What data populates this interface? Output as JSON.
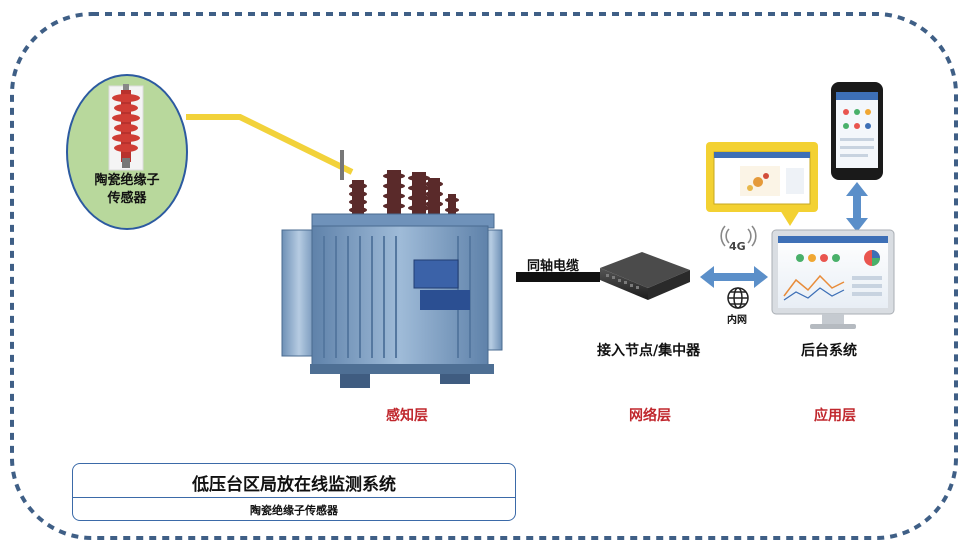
{
  "diagram": {
    "sensor_callout_line1": "陶瓷绝缘子",
    "sensor_callout_line2": "传感器",
    "cable_label": "同轴电缆",
    "gateway_label": "接入节点/集中器",
    "network_4g": "4G",
    "network_intranet": "内网",
    "backend_label": "后台系统",
    "layer_sensing": "感知层",
    "layer_network": "网络层",
    "layer_application": "应用层",
    "title": "低压台区局放在线监测系统",
    "subtitle": "陶瓷绝缘子传感器"
  },
  "colors": {
    "border_dash": "#3f5f86",
    "connector": "#f2d23a",
    "callout_fill": "#b8d89c",
    "callout_stroke": "#2c5aa0",
    "arrow_blue": "#5b8fc9",
    "layer_red": "#c0272d",
    "transformer_blue": "#7d9fc4",
    "bushing_brown": "#5a2a2a"
  }
}
